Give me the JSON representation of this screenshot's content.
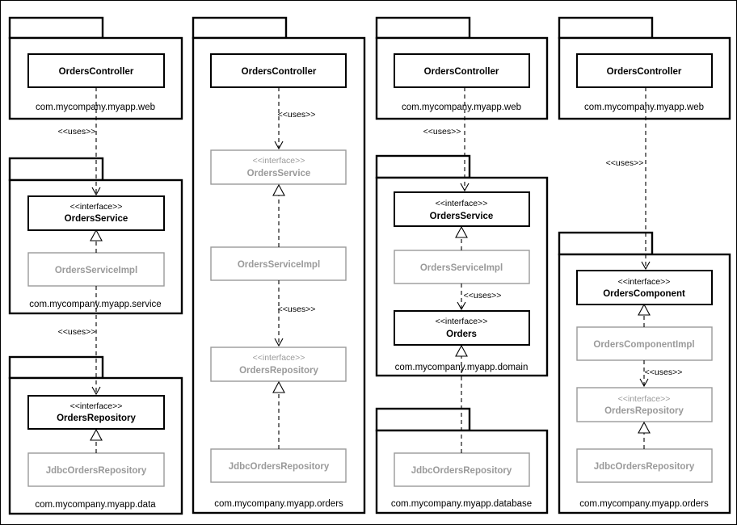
{
  "labels": {
    "orders_controller": "OrdersController",
    "orders_service": "OrdersService",
    "orders_service_impl": "OrdersServiceImpl",
    "orders_repository": "OrdersRepository",
    "jdbc_orders_repository": "JdbcOrdersRepository",
    "orders": "Orders",
    "orders_component": "OrdersComponent",
    "orders_component_impl": "OrdersComponentImpl",
    "interface_stereotype": "<<interface>>",
    "uses": "<<uses>>"
  },
  "packages": {
    "web": "com.mycompany.myapp.web",
    "service": "com.mycompany.myapp.service",
    "data": "com.mycompany.myapp.data",
    "orders": "com.mycompany.myapp.orders",
    "domain": "com.mycompany.myapp.domain",
    "database": "com.mycompany.myapp.database"
  },
  "colors": {
    "border": "#000000",
    "muted": "#9a9a9a",
    "background": "#ffffff"
  }
}
